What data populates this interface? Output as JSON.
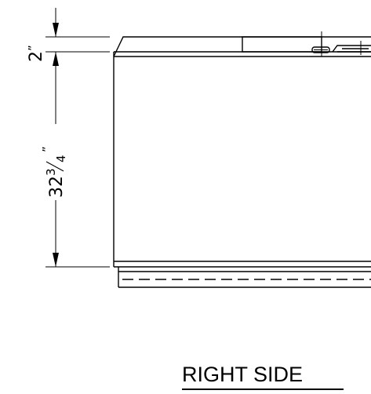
{
  "drawing": {
    "view_label": "RIGHT SIDE",
    "dimensions": {
      "top_dim": {
        "value": "2",
        "unit_mark": "”"
      },
      "height_dim": {
        "whole": "32",
        "frac_num": "3",
        "frac_den": "4",
        "unit_mark": "”"
      }
    }
  }
}
